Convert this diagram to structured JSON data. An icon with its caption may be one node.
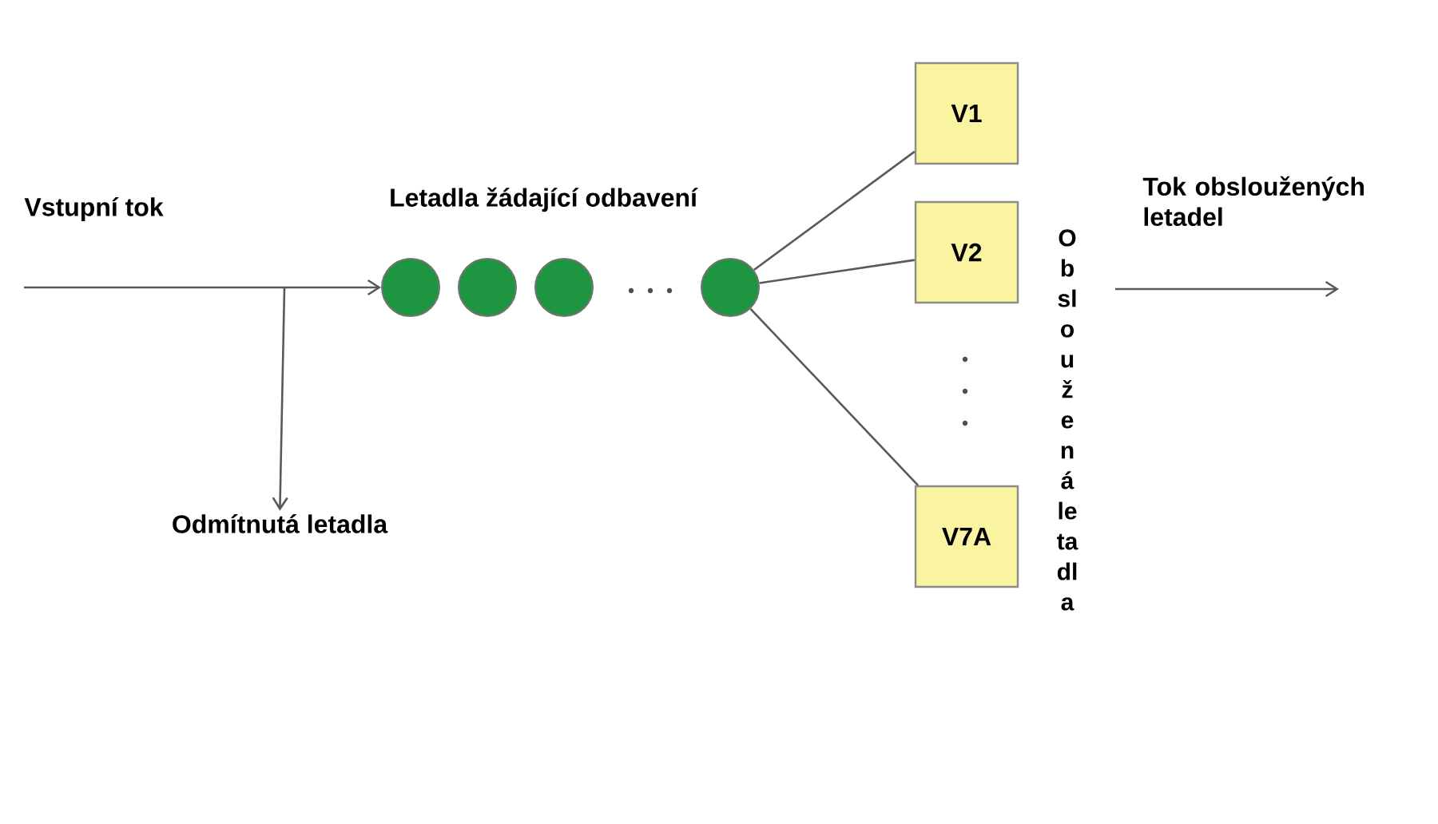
{
  "diagram": {
    "nodes": [
      {
        "text": [],
        "shape": "circle"
      },
      {
        "text": [],
        "shape": "circle"
      },
      {
        "text": [],
        "shape": "circle"
      },
      {
        "text": [],
        "shape": "circle"
      },
      {
        "text": [
          "V1"
        ]
      },
      {
        "text": [
          "V2"
        ]
      },
      {
        "text": [
          "V7A"
        ]
      },
      {
        "text": [
          "Odmítnutá letadla"
        ]
      }
    ],
    "edges": [
      {
        "from": null,
        "to": 0,
        "arrow": "to"
      },
      {
        "from": null,
        "to": 7,
        "arrow": "to"
      },
      {
        "from": 3,
        "to": 4,
        "arrow": "none"
      },
      {
        "from": 3,
        "to": 5,
        "arrow": "none"
      },
      {
        "from": 3,
        "to": 6,
        "arrow": "none"
      }
    ],
    "labels": [
      "Vstupní tok",
      "Letadla žádající odbavení",
      "Obsloužená letadla",
      "Tok obsloužených letadel"
    ]
  }
}
